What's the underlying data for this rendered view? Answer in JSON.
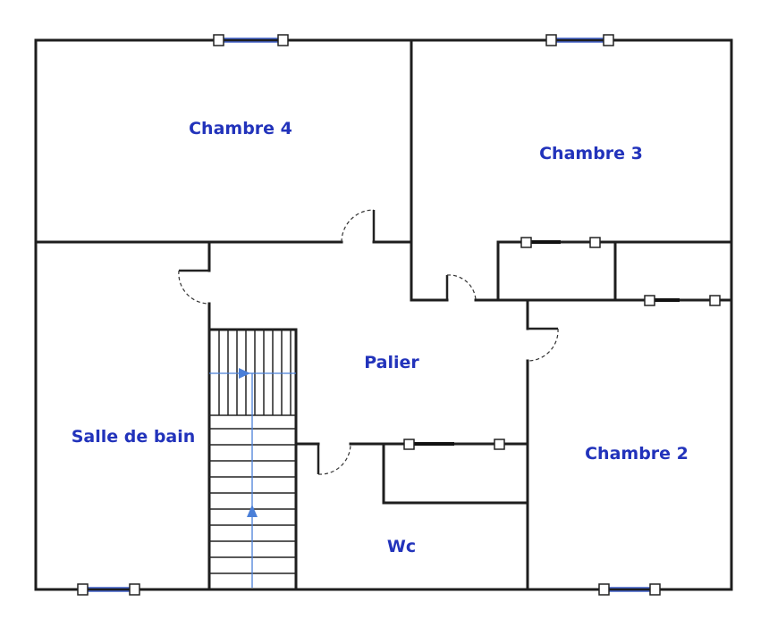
{
  "colors": {
    "label": "#2233bb",
    "wall": "#1e1e1e",
    "window": "#4060c8",
    "stair_arrow": "#4a7fd8"
  },
  "rooms": [
    {
      "id": "chambre-4",
      "label": "Chambre 4"
    },
    {
      "id": "chambre-3",
      "label": "Chambre 3"
    },
    {
      "id": "palier",
      "label": "Palier"
    },
    {
      "id": "salle-de-bain",
      "label": "Salle de bain"
    },
    {
      "id": "chambre-2",
      "label": "Chambre 2"
    },
    {
      "id": "wc",
      "label": "Wc"
    }
  ]
}
